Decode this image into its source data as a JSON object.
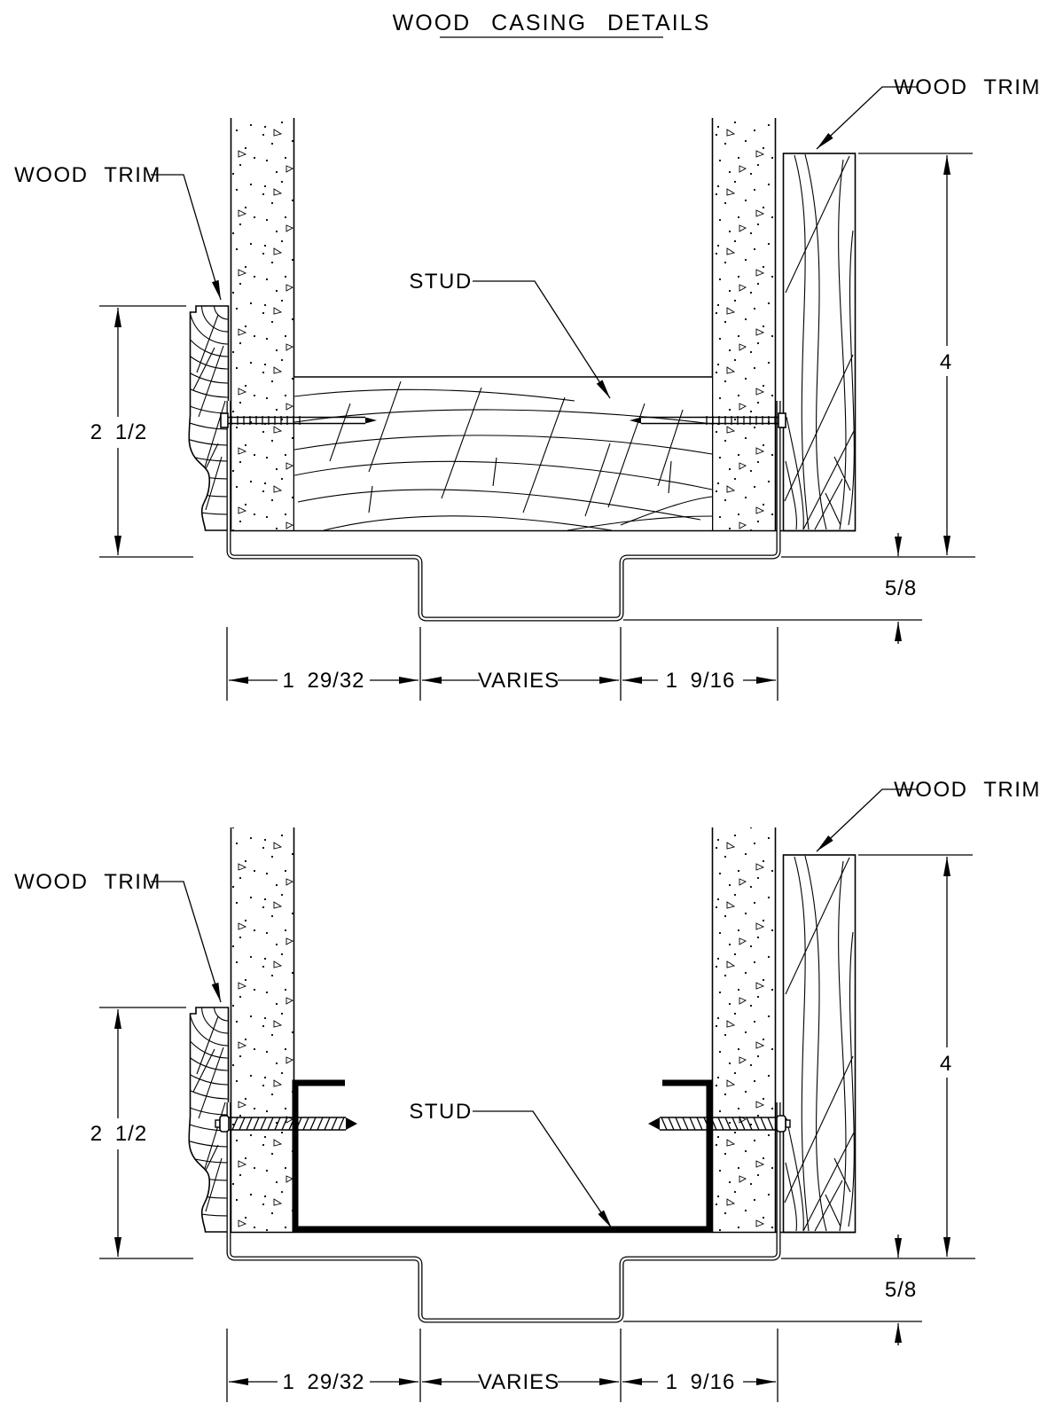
{
  "title": "WOOD CASING DETAILS",
  "colors": {
    "line": "#000000",
    "background": "#ffffff"
  },
  "details": [
    {
      "id": "wood-stud-detail",
      "labels": {
        "wood_trim_left": "WOOD TRIM",
        "wood_trim_right": "WOOD TRIM",
        "stud": "STUD"
      },
      "dims": {
        "trim_height": "2 1/2",
        "trim_width": "4",
        "reveal": "5/8",
        "jamb_left": "1 29/32",
        "opening": "VARIES",
        "jamb_right": "1 9/16"
      }
    },
    {
      "id": "metal-stud-detail",
      "labels": {
        "wood_trim_left": "WOOD TRIM",
        "wood_trim_right": "WOOD TRIM",
        "stud": "STUD"
      },
      "dims": {
        "trim_height": "2 1/2",
        "trim_width": "4",
        "reveal": "5/8",
        "jamb_left": "1 29/32",
        "opening": "VARIES",
        "jamb_right": "1 9/16"
      }
    }
  ]
}
